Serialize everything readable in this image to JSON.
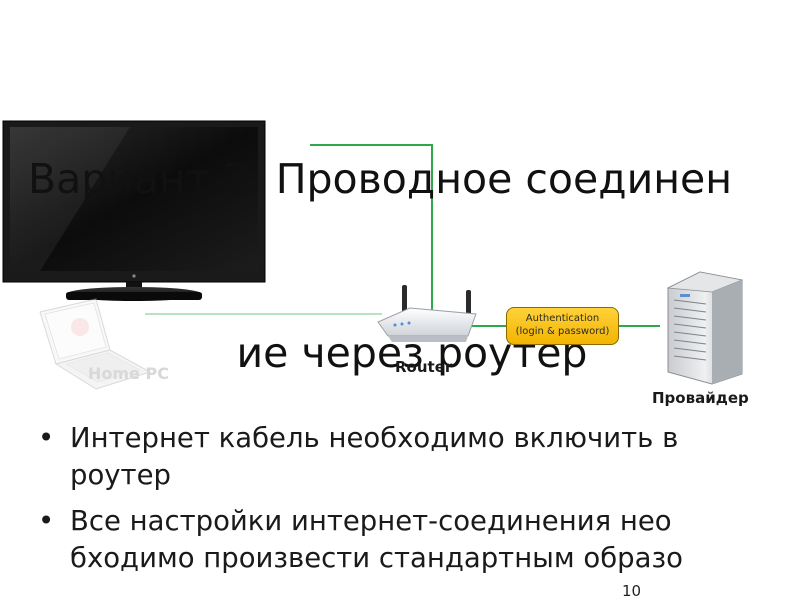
{
  "title": {
    "line1": "Вариант 2: Проводное соединен",
    "line2": "ие через роутер"
  },
  "diagram": {
    "router_label": "Router",
    "provider_label": "Провайдер",
    "home_pc_label": "Home PC",
    "auth_line1": "Authentication",
    "auth_line2": "(login & password)",
    "colors": {
      "cable": "#2ea84a",
      "auth_fill": "#f7c21b"
    }
  },
  "bullets": [
    {
      "symbol": "•",
      "line1": "Интернет кабель необходимо включить в",
      "line2": "роутер"
    },
    {
      "symbol": "•",
      "line1": "Все настройки интернет-соединения нео",
      "line2": "бходимо произвести стандартным образо"
    }
  ],
  "page_number": "10"
}
